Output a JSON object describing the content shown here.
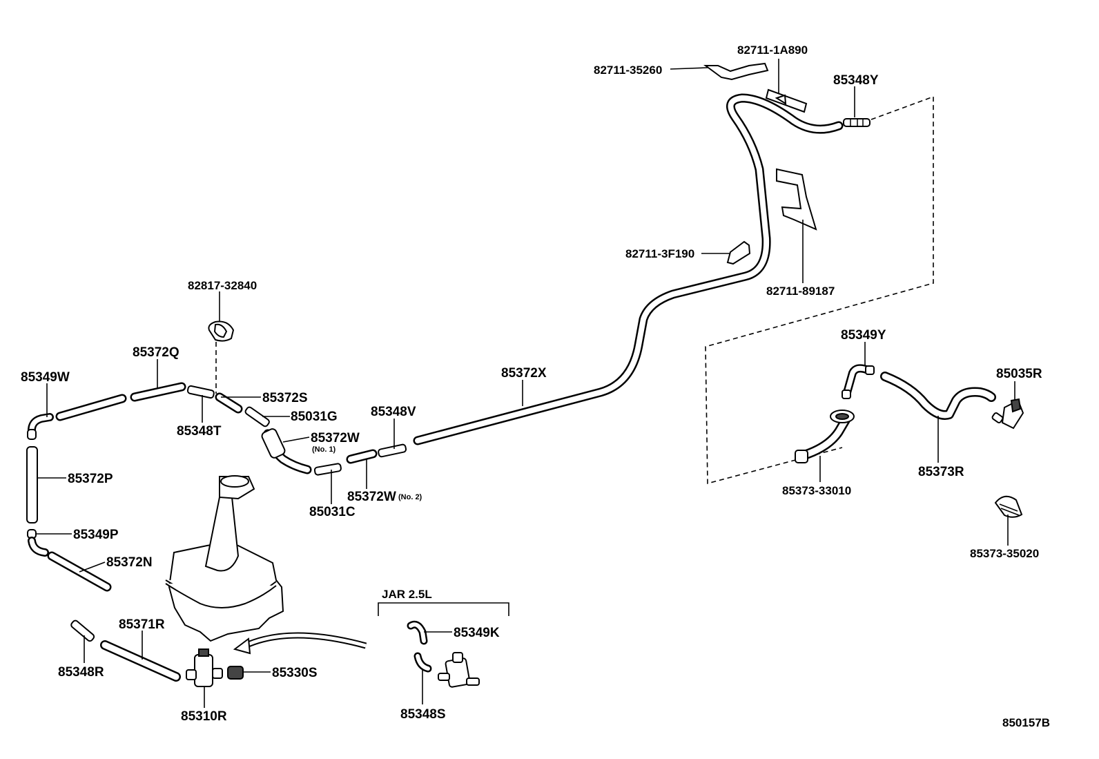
{
  "diagram_code": "850157B",
  "group_label": "JAR 2.5L",
  "labels": {
    "p82711_1A890": "82711-1A890",
    "p82711_35260": "82711-35260",
    "p85348Y": "85348Y",
    "p82711_3F190": "82711-3F190",
    "p82711_89187": "82711-89187",
    "p82817_32840": "82817-32840",
    "p85372Q": "85372Q",
    "p85349W": "85349W",
    "p85372S": "85372S",
    "p85348T": "85348T",
    "p85031G": "85031G",
    "p85372W_1": "85372W",
    "no1": "(No. 1)",
    "p85348V": "85348V",
    "p85372X": "85372X",
    "p85031C": "85031C",
    "p85372W_2": "85372W",
    "no2": "(No. 2)",
    "p85372P": "85372P",
    "p85349P": "85349P",
    "p85372N": "85372N",
    "p85349Y": "85349Y",
    "p85035R": "85035R",
    "p85373R": "85373R",
    "p85373_33010": "85373-33010",
    "p85373_35020": "85373-35020",
    "p85371R": "85371R",
    "p85348R": "85348R",
    "p85330S": "85330S",
    "p85310R": "85310R",
    "p85349K": "85349K",
    "p85348S": "85348S"
  }
}
